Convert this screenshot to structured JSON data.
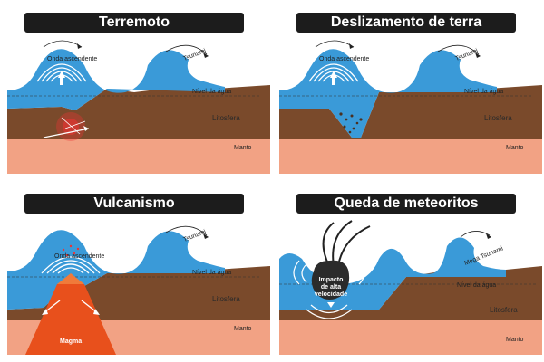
{
  "panels": {
    "earthquake": {
      "title": "Terremoto",
      "rising_wave": "Onda ascendente",
      "tsunami": "Tsunami",
      "water_level": "Nível da água",
      "lithosphere": "Litosfera",
      "mantle": "Manto"
    },
    "landslide": {
      "title": "Deslizamento de terra",
      "rising_wave": "Onda ascendente",
      "tsunami": "Tsunami",
      "water_level": "Nível da água",
      "lithosphere": "Litosfera",
      "mantle": "Manto"
    },
    "volcanism": {
      "title": "Vulcanismo",
      "rising_wave": "Onda ascendente",
      "tsunami": "Tsunami",
      "water_level": "Nível da água",
      "lithosphere": "Litosfera",
      "mantle": "Manto",
      "magma": "Magma"
    },
    "meteorite": {
      "title": "Queda de meteoritos",
      "mega_tsunami": "Mega Tsunami",
      "water_level": "Nível da água",
      "lithosphere": "Litosfera",
      "mantle": "Manto",
      "impact_line1": "Impacto",
      "impact_line2": "de alta",
      "impact_line3": "velocidade"
    }
  },
  "colors": {
    "water": "#3a9ad8",
    "crust": "#7a4a2b",
    "mantle": "#f2a284",
    "title_bg": "#1c1c1c",
    "magma": "#e8501c"
  }
}
